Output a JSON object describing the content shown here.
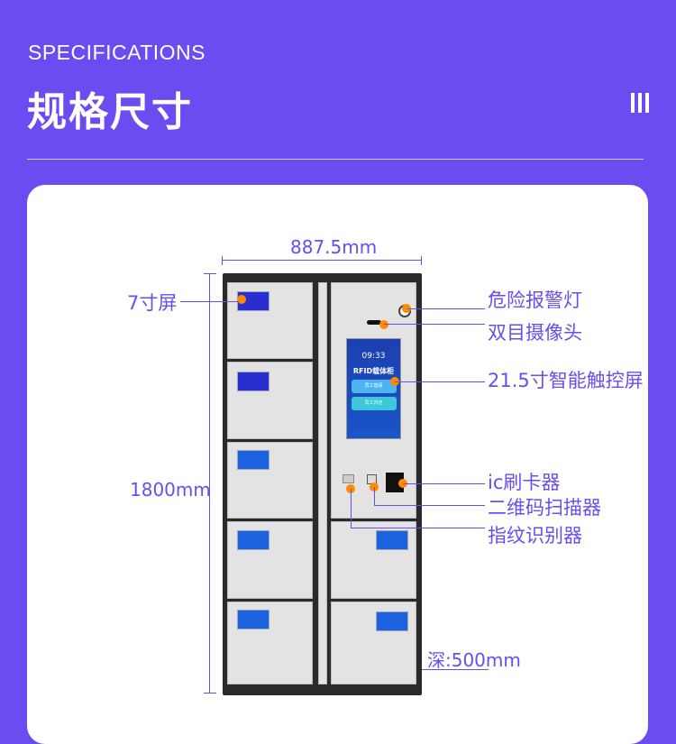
{
  "header": {
    "eng_title": "SPECIFICATIONS",
    "cn_title": "规格尺寸"
  },
  "dimensions": {
    "width": "887.5mm",
    "height": "1800mm",
    "depth": "深:500mm"
  },
  "labels": {
    "small_screen": "7寸屏",
    "alarm_light": "危险报警灯",
    "camera": "双目摄像头",
    "touch_screen": "21.5寸智能触控屏",
    "ic_reader": "ic刷卡器",
    "qr_scanner": "二维码扫描器",
    "fingerprint": "指纹识别器"
  },
  "screen": {
    "time": "09:33",
    "title": "RFID载体柜",
    "button1": "员工借阅",
    "button2": "员工归还"
  },
  "colors": {
    "accent": "#6a4cf0",
    "marker": "#ff8a00"
  }
}
